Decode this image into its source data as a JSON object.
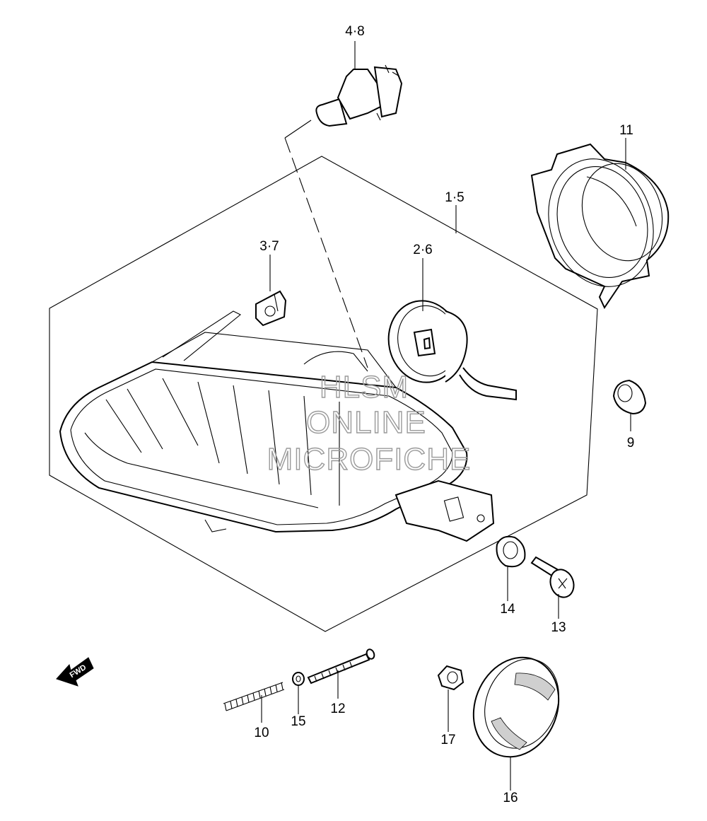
{
  "callouts": [
    {
      "id": "c48",
      "text": "4·8"
    },
    {
      "id": "c11",
      "text": "11"
    },
    {
      "id": "c15b",
      "text": "1·5"
    },
    {
      "id": "c37",
      "text": "3·7"
    },
    {
      "id": "c26",
      "text": "2·6"
    },
    {
      "id": "c9",
      "text": "9"
    },
    {
      "id": "c14",
      "text": "14"
    },
    {
      "id": "c13",
      "text": "13"
    },
    {
      "id": "c10",
      "text": "10"
    },
    {
      "id": "c15",
      "text": "15"
    },
    {
      "id": "c12",
      "text": "12"
    },
    {
      "id": "c17",
      "text": "17"
    },
    {
      "id": "c16",
      "text": "16"
    }
  ],
  "watermark": {
    "line1": "HLSM",
    "line2": "ONLINE",
    "line3": "MICROFICHE"
  },
  "fwd_label": "FWD"
}
